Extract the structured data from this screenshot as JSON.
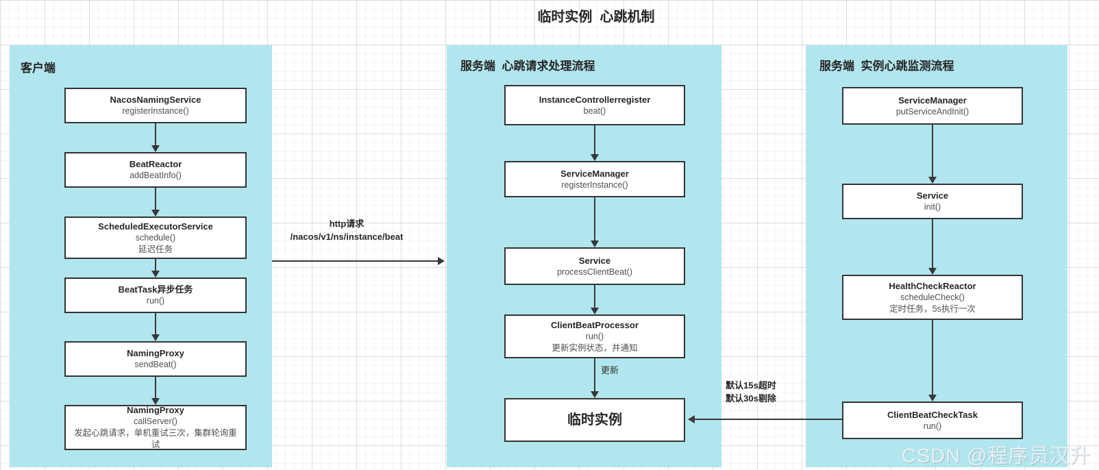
{
  "title": "临时实例  心跳机制",
  "watermark": "CSDN @程序员汉升",
  "panels": [
    {
      "header": "客户端",
      "nodes": [
        {
          "title": "NacosNamingService",
          "lines": [
            "registerInstance()"
          ]
        },
        {
          "title": "BeatReactor",
          "lines": [
            "addBeatInfo()"
          ]
        },
        {
          "title": "ScheduledExecutorService",
          "lines": [
            "schedule()",
            "延迟任务"
          ]
        },
        {
          "title": "BeatTask异步任务",
          "lines": [
            "run()"
          ]
        },
        {
          "title": "NamingProxy",
          "lines": [
            "sendBeat()"
          ]
        },
        {
          "title": "NamingProxy",
          "lines": [
            "callServer()",
            "发起心跳请求，单机重试三次，集群轮询重试"
          ]
        }
      ]
    },
    {
      "header": "服务端  心跳请求处理流程",
      "nodes": [
        {
          "title": "InstanceControllerregister",
          "lines": [
            "beat()"
          ]
        },
        {
          "title": "ServiceManager",
          "lines": [
            "registerInstance()"
          ]
        },
        {
          "title": "Service",
          "lines": [
            "processClientBeat()"
          ]
        },
        {
          "title": "ClientBeatProcessor",
          "lines": [
            "run()",
            "更新实例状态，并通知"
          ]
        },
        {
          "title": "临时实例",
          "lines": []
        }
      ]
    },
    {
      "header": "服务端  实例心跳监测流程",
      "nodes": [
        {
          "title": "ServiceManager",
          "lines": [
            "putServiceAndInit()"
          ]
        },
        {
          "title": "Service",
          "lines": [
            "init()"
          ]
        },
        {
          "title": "HealthCheckReactor",
          "lines": [
            "scheduleCheck()",
            "定时任务，5s执行一次"
          ]
        },
        {
          "title": "ClientBeatCheckTask",
          "lines": [
            "run()"
          ]
        }
      ]
    }
  ],
  "edges": {
    "http_request": {
      "line1": "http请求",
      "line2": "/nacos/v1/ns/instance/beat"
    },
    "update": {
      "label": "更新"
    },
    "timeout": {
      "line1": "默认15s超时",
      "line2": "默认30s剔除"
    }
  },
  "colors": {
    "panel_fill": "#b2e6ef",
    "box_border": "#333333",
    "arrow": "#383838",
    "title_text": "#262626",
    "secondary_text": "#4f4f4f"
  }
}
